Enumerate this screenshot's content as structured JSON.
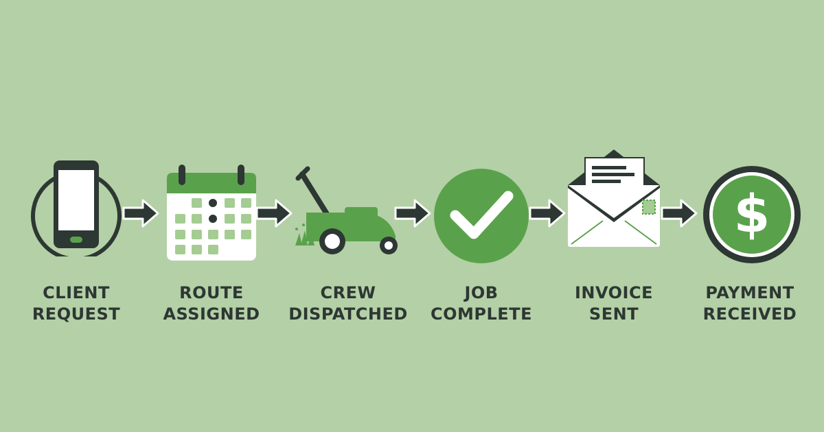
{
  "colors": {
    "background": "#b4d0a6",
    "dark": "#2d3733",
    "green": "#5aa14c",
    "light_green": "#a5cc93",
    "white": "#ffffff"
  },
  "steps": [
    {
      "line1": "CLIENT",
      "line2": "REQUEST",
      "icon": "smartphone-icon"
    },
    {
      "line1": "ROUTE",
      "line2": "ASSIGNED",
      "icon": "calendar-icon"
    },
    {
      "line1": "CREW",
      "line2": "DISPATCHED",
      "icon": "lawn-mower-icon"
    },
    {
      "line1": "JOB",
      "line2": "COMPLETE",
      "icon": "checkmark-icon"
    },
    {
      "line1": "INVOICE",
      "line2": "SENT",
      "icon": "envelope-icon"
    },
    {
      "line1": "PAYMENT",
      "line2": "RECEIVED",
      "icon": "dollar-coin-icon"
    }
  ]
}
